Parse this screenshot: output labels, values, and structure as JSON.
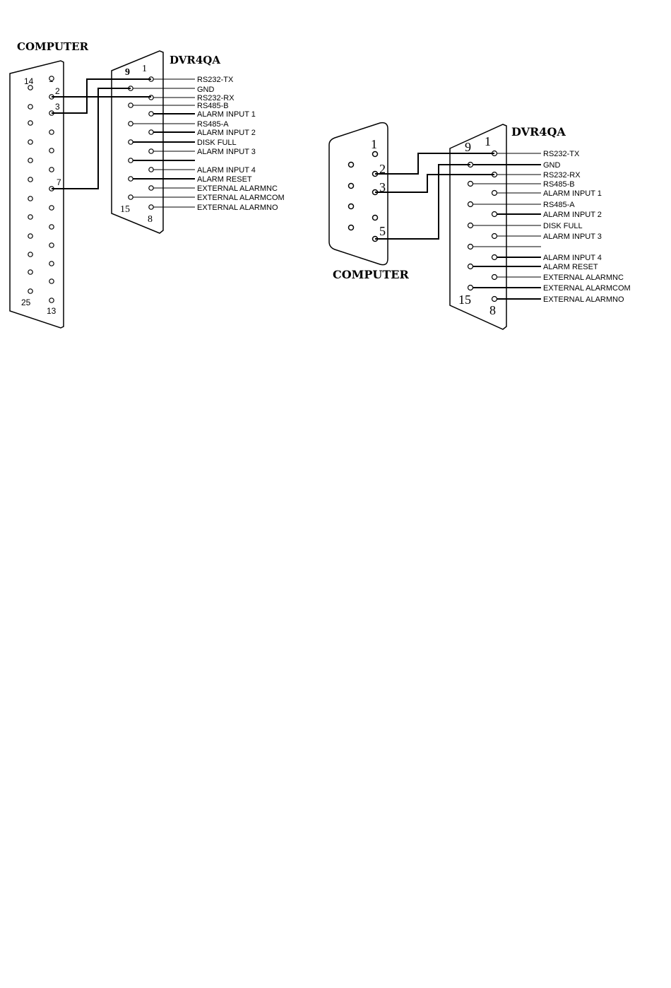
{
  "diagram_left": {
    "computer_title": "COMPUTER",
    "dvr_title": "DVR4QA",
    "computer_pins": [
      "1",
      "2",
      "3",
      "7",
      "14",
      "25",
      "13"
    ],
    "dvr_pins": [
      "9",
      "1",
      "15",
      "8"
    ],
    "signals": [
      "RS232-TX",
      "GND",
      "RS232-RX",
      "RS485-B",
      "ALARM INPUT 1",
      "RS485-A",
      "ALARM INPUT 2",
      "DISK FULL",
      "ALARM INPUT 3",
      "ALARM INPUT 4",
      "ALARM RESET",
      "EXTERNAL ALARMNC",
      "EXTERNAL ALARMCOM",
      "EXTERNAL ALARMNO"
    ]
  },
  "diagram_right": {
    "computer_title": "COMPUTER",
    "dvr_title": "DVR4QA",
    "computer_pins": [
      "1",
      "2",
      "3",
      "5"
    ],
    "dvr_pins": [
      "9",
      "1",
      "15",
      "8"
    ],
    "signals": [
      "RS232-TX",
      "GND",
      "RS232-RX",
      "RS485-B",
      "ALARM INPUT 1",
      "RS485-A",
      "ALARM INPUT 2",
      "DISK FULL",
      "ALARM INPUT 3",
      "ALARM INPUT 4",
      "ALARM RESET",
      "EXTERNAL ALARMNC",
      "EXTERNAL ALARMCOM",
      "EXTERNAL ALARMNO"
    ]
  }
}
